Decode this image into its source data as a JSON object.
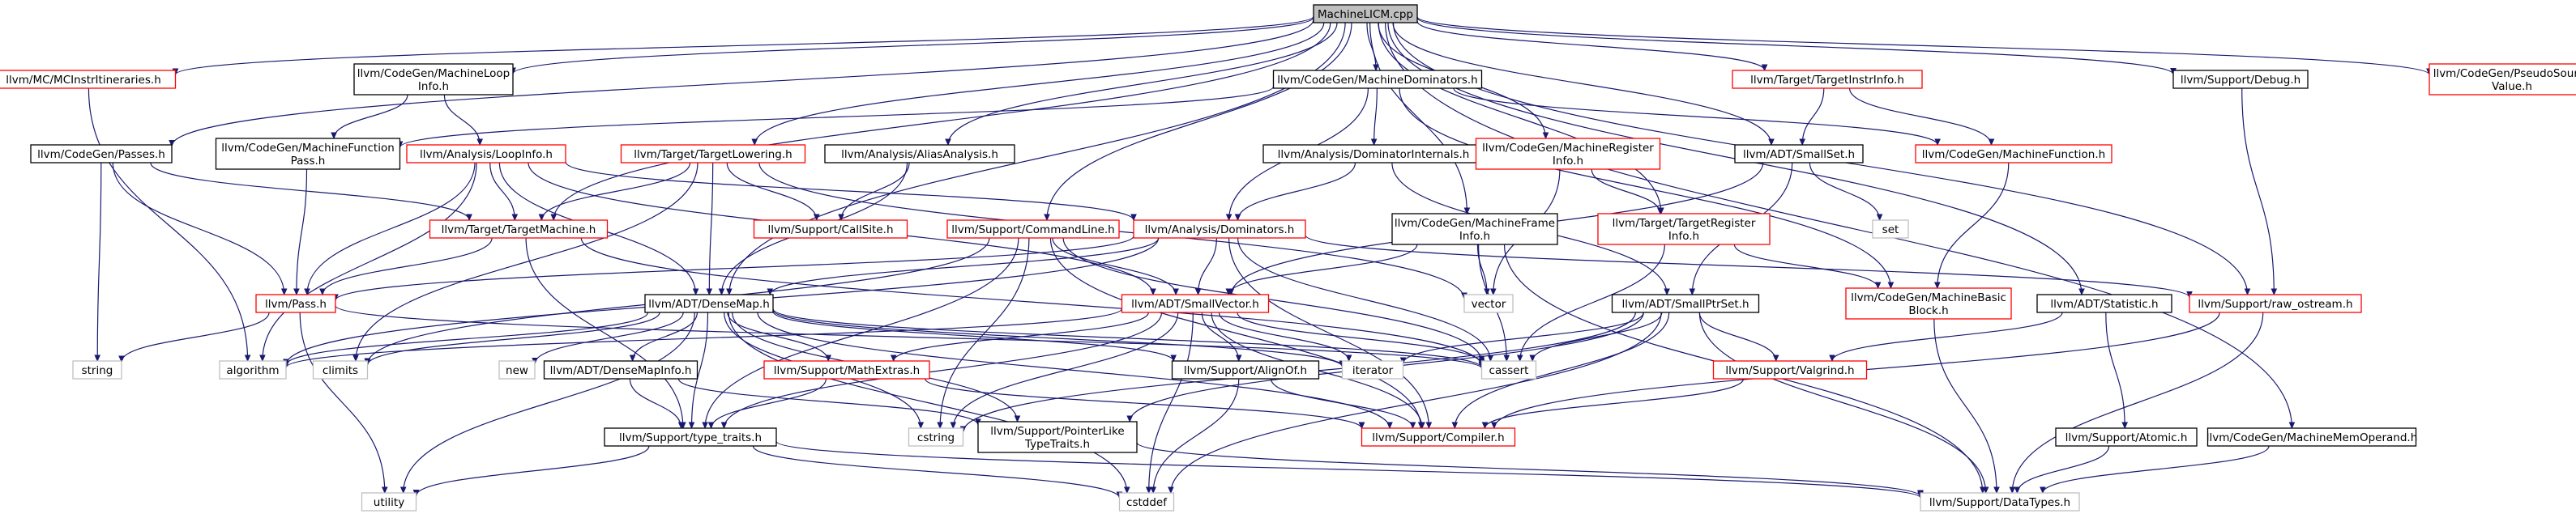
{
  "colors": {
    "edge": "#191970",
    "normal_border": "#000000",
    "missing_border": "#ff0000",
    "ghost_border": "#bfbfbf",
    "root_fill": "#bfbfbf"
  },
  "nodes": [
    {
      "id": "root",
      "lines": [
        "MachineLICM.cpp"
      ],
      "style": "root"
    },
    {
      "id": "mcinstrit",
      "lines": [
        "llvm/MC/MCInstrItineraries.h"
      ],
      "style": "missing"
    },
    {
      "id": "cgmachineloop",
      "lines": [
        "llvm/CodeGen/MachineLoop",
        "Info.h"
      ],
      "style": "normal"
    },
    {
      "id": "cgmachinedom",
      "lines": [
        "llvm/CodeGen/MachineDominators.h"
      ],
      "style": "normal"
    },
    {
      "id": "targetinstrinfo",
      "lines": [
        "llvm/Target/TargetInstrInfo.h"
      ],
      "style": "missing"
    },
    {
      "id": "debug",
      "lines": [
        "llvm/Support/Debug.h"
      ],
      "style": "normal"
    },
    {
      "id": "pseudosource",
      "lines": [
        "llvm/CodeGen/PseudoSource",
        "Value.h"
      ],
      "style": "missing"
    },
    {
      "id": "cgpasses",
      "lines": [
        "llvm/CodeGen/Passes.h"
      ],
      "style": "normal"
    },
    {
      "id": "cgmachinefunctionpass",
      "lines": [
        "llvm/CodeGen/MachineFunction",
        "Pass.h"
      ],
      "style": "normal"
    },
    {
      "id": "loopinfo",
      "lines": [
        "llvm/Analysis/LoopInfo.h"
      ],
      "style": "missing"
    },
    {
      "id": "targetlowering",
      "lines": [
        "llvm/Target/TargetLowering.h"
      ],
      "style": "missing"
    },
    {
      "id": "aliasanalysis",
      "lines": [
        "llvm/Analysis/AliasAnalysis.h"
      ],
      "style": "normal"
    },
    {
      "id": "dominternals",
      "lines": [
        "llvm/Analysis/DominatorInternals.h"
      ],
      "style": "normal"
    },
    {
      "id": "machinereginfo",
      "lines": [
        "llvm/CodeGen/MachineRegister",
        "Info.h"
      ],
      "style": "missing"
    },
    {
      "id": "smallset",
      "lines": [
        "llvm/ADT/SmallSet.h"
      ],
      "style": "normal"
    },
    {
      "id": "machinefunction",
      "lines": [
        "llvm/CodeGen/MachineFunction.h"
      ],
      "style": "missing"
    },
    {
      "id": "targetmachine",
      "lines": [
        "llvm/Target/TargetMachine.h"
      ],
      "style": "missing"
    },
    {
      "id": "callsite",
      "lines": [
        "llvm/Support/CallSite.h"
      ],
      "style": "missing"
    },
    {
      "id": "commandline",
      "lines": [
        "llvm/Support/CommandLine.h"
      ],
      "style": "missing"
    },
    {
      "id": "dominators",
      "lines": [
        "llvm/Analysis/Dominators.h"
      ],
      "style": "missing"
    },
    {
      "id": "machineframeinfo",
      "lines": [
        "llvm/CodeGen/MachineFrame",
        "Info.h"
      ],
      "style": "normal"
    },
    {
      "id": "targetreginfo",
      "lines": [
        "llvm/Target/TargetRegister",
        "Info.h"
      ],
      "style": "missing"
    },
    {
      "id": "set",
      "lines": [
        "set"
      ],
      "style": "ghost"
    },
    {
      "id": "pass",
      "lines": [
        "llvm/Pass.h"
      ],
      "style": "missing"
    },
    {
      "id": "densemap",
      "lines": [
        "llvm/ADT/DenseMap.h"
      ],
      "style": "normal"
    },
    {
      "id": "smallvector",
      "lines": [
        "llvm/ADT/SmallVector.h"
      ],
      "style": "missing"
    },
    {
      "id": "vector",
      "lines": [
        "vector"
      ],
      "style": "ghost"
    },
    {
      "id": "smallptrset",
      "lines": [
        "llvm/ADT/SmallPtrSet.h"
      ],
      "style": "normal"
    },
    {
      "id": "machinebasicblock",
      "lines": [
        "llvm/CodeGen/MachineBasic",
        "Block.h"
      ],
      "style": "missing"
    },
    {
      "id": "statistic",
      "lines": [
        "llvm/ADT/Statistic.h"
      ],
      "style": "normal"
    },
    {
      "id": "rawostream",
      "lines": [
        "llvm/Support/raw_ostream.h"
      ],
      "style": "missing"
    },
    {
      "id": "string",
      "lines": [
        "string"
      ],
      "style": "ghost"
    },
    {
      "id": "algorithm",
      "lines": [
        "algorithm"
      ],
      "style": "ghost"
    },
    {
      "id": "climits",
      "lines": [
        "climits"
      ],
      "style": "ghost"
    },
    {
      "id": "new",
      "lines": [
        "new"
      ],
      "style": "ghost"
    },
    {
      "id": "densemapinfo",
      "lines": [
        "llvm/ADT/DenseMapInfo.h"
      ],
      "style": "normal"
    },
    {
      "id": "mathextras",
      "lines": [
        "llvm/Support/MathExtras.h"
      ],
      "style": "missing"
    },
    {
      "id": "alignof",
      "lines": [
        "llvm/Support/AlignOf.h"
      ],
      "style": "normal"
    },
    {
      "id": "iterator",
      "lines": [
        "iterator"
      ],
      "style": "ghost"
    },
    {
      "id": "cassert",
      "lines": [
        "cassert"
      ],
      "style": "ghost"
    },
    {
      "id": "valgrind",
      "lines": [
        "llvm/Support/Valgrind.h"
      ],
      "style": "missing"
    },
    {
      "id": "cstring",
      "lines": [
        "cstring"
      ],
      "style": "ghost"
    },
    {
      "id": "typetraits",
      "lines": [
        "llvm/Support/type_traits.h"
      ],
      "style": "normal"
    },
    {
      "id": "pointerlike",
      "lines": [
        "llvm/Support/PointerLike",
        "TypeTraits.h"
      ],
      "style": "normal"
    },
    {
      "id": "compiler",
      "lines": [
        "llvm/Support/Compiler.h"
      ],
      "style": "missing"
    },
    {
      "id": "atomic",
      "lines": [
        "llvm/Support/Atomic.h"
      ],
      "style": "normal"
    },
    {
      "id": "machinememoperand",
      "lines": [
        "llvm/CodeGen/MachineMemOperand.h"
      ],
      "style": "normal"
    },
    {
      "id": "utility",
      "lines": [
        "utility"
      ],
      "style": "ghost"
    },
    {
      "id": "cstddef",
      "lines": [
        "cstddef"
      ],
      "style": "ghost"
    },
    {
      "id": "datatypes",
      "lines": [
        "llvm/Support/DataTypes.h"
      ],
      "style": "ghost"
    }
  ],
  "edges": [
    [
      "root",
      "mcinstrit"
    ],
    [
      "root",
      "cgmachineloop"
    ],
    [
      "root",
      "cgmachinedom"
    ],
    [
      "root",
      "targetinstrinfo"
    ],
    [
      "root",
      "debug"
    ],
    [
      "root",
      "pseudosource"
    ],
    [
      "root",
      "cgpasses"
    ],
    [
      "root",
      "targetlowering"
    ],
    [
      "root",
      "aliasanalysis"
    ],
    [
      "root",
      "machinereginfo"
    ],
    [
      "root",
      "smallset"
    ],
    [
      "root",
      "targetmachine"
    ],
    [
      "root",
      "commandline"
    ],
    [
      "root",
      "machineframeinfo"
    ],
    [
      "root",
      "targetreginfo"
    ],
    [
      "root",
      "densemap"
    ],
    [
      "root",
      "statistic"
    ],
    [
      "root",
      "rawostream"
    ],
    [
      "root",
      "machinememoperand"
    ],
    [
      "mcinstrit",
      "algorithm"
    ],
    [
      "cgmachineloop",
      "cgmachinefunctionpass"
    ],
    [
      "cgmachineloop",
      "loopinfo"
    ],
    [
      "cgmachinedom",
      "cgmachinefunctionpass"
    ],
    [
      "cgmachinedom",
      "dominternals"
    ],
    [
      "cgmachinedom",
      "dominators"
    ],
    [
      "cgmachinedom",
      "machinefunction"
    ],
    [
      "cgmachinedom",
      "machinebasicblock"
    ],
    [
      "targetinstrinfo",
      "smallset"
    ],
    [
      "targetinstrinfo",
      "machinefunction"
    ],
    [
      "debug",
      "rawostream"
    ],
    [
      "cgpasses",
      "targetmachine"
    ],
    [
      "cgpasses",
      "pass"
    ],
    [
      "cgpasses",
      "string"
    ],
    [
      "cgmachinefunctionpass",
      "pass"
    ],
    [
      "loopinfo",
      "dominators"
    ],
    [
      "loopinfo",
      "targetmachine"
    ],
    [
      "loopinfo",
      "pass"
    ],
    [
      "loopinfo",
      "densemap"
    ],
    [
      "loopinfo",
      "smallvector"
    ],
    [
      "loopinfo",
      "algorithm"
    ],
    [
      "targetlowering",
      "targetmachine"
    ],
    [
      "targetlowering",
      "callsite"
    ],
    [
      "targetlowering",
      "densemap"
    ],
    [
      "targetlowering",
      "climits"
    ],
    [
      "targetlowering",
      "vector"
    ],
    [
      "aliasanalysis",
      "callsite"
    ],
    [
      "aliasanalysis",
      "densemap"
    ],
    [
      "dominternals",
      "dominators"
    ],
    [
      "dominternals",
      "smallptrset"
    ],
    [
      "machinereginfo",
      "targetreginfo"
    ],
    [
      "machinereginfo",
      "vector"
    ],
    [
      "smallset",
      "smallvector"
    ],
    [
      "smallset",
      "smallptrset"
    ],
    [
      "smallset",
      "set"
    ],
    [
      "machinefunction",
      "machinebasicblock"
    ],
    [
      "targetmachine",
      "pass"
    ],
    [
      "targetmachine",
      "cassert"
    ],
    [
      "targetmachine",
      "typetraits"
    ],
    [
      "commandline",
      "smallvector"
    ],
    [
      "commandline",
      "compiler"
    ],
    [
      "commandline",
      "typetraits"
    ],
    [
      "commandline",
      "climits"
    ],
    [
      "commandline",
      "cstring"
    ],
    [
      "commandline",
      "cassert"
    ],
    [
      "dominators",
      "pass"
    ],
    [
      "dominators",
      "densemap"
    ],
    [
      "dominators",
      "smallvector"
    ],
    [
      "dominators",
      "algorithm"
    ],
    [
      "dominators",
      "compiler"
    ],
    [
      "dominators",
      "cassert"
    ],
    [
      "dominators",
      "rawostream"
    ],
    [
      "machineframeinfo",
      "smallvector"
    ],
    [
      "machineframeinfo",
      "datatypes"
    ],
    [
      "machineframeinfo",
      "cassert"
    ],
    [
      "machineframeinfo",
      "vector"
    ],
    [
      "targetreginfo",
      "machinebasicblock"
    ],
    [
      "targetreginfo",
      "cassert"
    ],
    [
      "pass",
      "string"
    ],
    [
      "pass",
      "cassert"
    ],
    [
      "pass",
      "utility"
    ],
    [
      "densemap",
      "densemapinfo"
    ],
    [
      "densemap",
      "mathextras"
    ],
    [
      "densemap",
      "alignof"
    ],
    [
      "densemap",
      "compiler"
    ],
    [
      "densemap",
      "pointerlike"
    ],
    [
      "densemap",
      "typetraits"
    ],
    [
      "densemap",
      "algorithm"
    ],
    [
      "densemap",
      "climits"
    ],
    [
      "densemap",
      "iterator"
    ],
    [
      "densemap",
      "new"
    ],
    [
      "densemap",
      "utility"
    ],
    [
      "densemap",
      "cassert"
    ],
    [
      "densemap",
      "cstddef"
    ],
    [
      "densemap",
      "cstring"
    ],
    [
      "smallvector",
      "alignof"
    ],
    [
      "smallvector",
      "compiler"
    ],
    [
      "smallvector",
      "typetraits"
    ],
    [
      "smallvector",
      "algorithm"
    ],
    [
      "smallvector",
      "cassert"
    ],
    [
      "smallvector",
      "cstddef"
    ],
    [
      "smallvector",
      "cstring"
    ],
    [
      "smallvector",
      "iterator"
    ],
    [
      "smallvector",
      "mathextras"
    ],
    [
      "smallptrset",
      "compiler"
    ],
    [
      "smallptrset",
      "datatypes"
    ],
    [
      "smallptrset",
      "pointerlike"
    ],
    [
      "smallptrset",
      "cassert"
    ],
    [
      "smallptrset",
      "cstddef"
    ],
    [
      "smallptrset",
      "cstring"
    ],
    [
      "smallptrset",
      "iterator"
    ],
    [
      "smallptrset",
      "valgrind"
    ],
    [
      "machinebasicblock",
      "datatypes"
    ],
    [
      "statistic",
      "atomic"
    ],
    [
      "statistic",
      "valgrind"
    ],
    [
      "rawostream",
      "compiler"
    ],
    [
      "rawostream",
      "datatypes"
    ],
    [
      "densemapinfo",
      "typetraits"
    ],
    [
      "densemapinfo",
      "pointerlike"
    ],
    [
      "mathextras",
      "compiler"
    ],
    [
      "mathextras",
      "typetraits"
    ],
    [
      "alignof",
      "cstddef"
    ],
    [
      "alignof",
      "compiler"
    ],
    [
      "valgrind",
      "compiler"
    ],
    [
      "typetraits",
      "utility"
    ],
    [
      "typetraits",
      "cstddef"
    ],
    [
      "typetraits",
      "datatypes"
    ],
    [
      "pointerlike",
      "datatypes"
    ],
    [
      "atomic",
      "datatypes"
    ],
    [
      "machinememoperand",
      "datatypes"
    ]
  ]
}
